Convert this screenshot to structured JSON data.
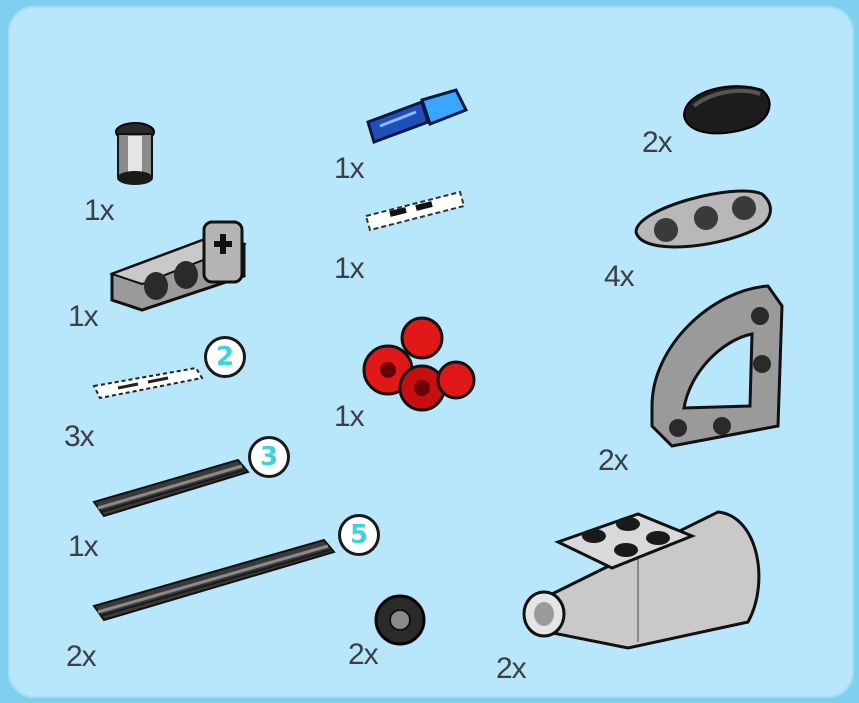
{
  "title": "",
  "colors": {
    "background": "#7fd0ee",
    "panel": "#b8e6fb",
    "quantity_text": "#3b3f44",
    "length_badge_text": "#3cd3de"
  },
  "parts": [
    {
      "id": "bush",
      "quantity": "1x",
      "icon": "bush-icon"
    },
    {
      "id": "liftarm-1x3-thick",
      "quantity": "1x",
      "icon": "liftarm-icon"
    },
    {
      "id": "axle-pin",
      "quantity": "3x",
      "icon": "axle-pin-icon",
      "length": "2"
    },
    {
      "id": "axle-3",
      "quantity": "1x",
      "icon": "axle-icon",
      "length": "3"
    },
    {
      "id": "axle-5",
      "quantity": "2x",
      "icon": "axle-icon",
      "length": "5"
    },
    {
      "id": "blue-pin",
      "quantity": "1x",
      "icon": "blue-pin-icon"
    },
    {
      "id": "white-pin",
      "quantity": "1x",
      "icon": "white-pin-icon"
    },
    {
      "id": "red-connector",
      "quantity": "1x",
      "icon": "red-connector-icon"
    },
    {
      "id": "round-tile",
      "quantity": "2x",
      "icon": "round-tile-icon"
    },
    {
      "id": "black-liftarm-1x2",
      "quantity": "2x",
      "icon": "liftarm-icon"
    },
    {
      "id": "liftarm-1x3-thin",
      "quantity": "4x",
      "icon": "liftarm-icon"
    },
    {
      "id": "quarter-ellipse-liftarm",
      "quantity": "2x",
      "icon": "curved-liftarm-icon"
    },
    {
      "id": "engine-nacelle",
      "quantity": "2x",
      "icon": "engine-icon"
    }
  ]
}
